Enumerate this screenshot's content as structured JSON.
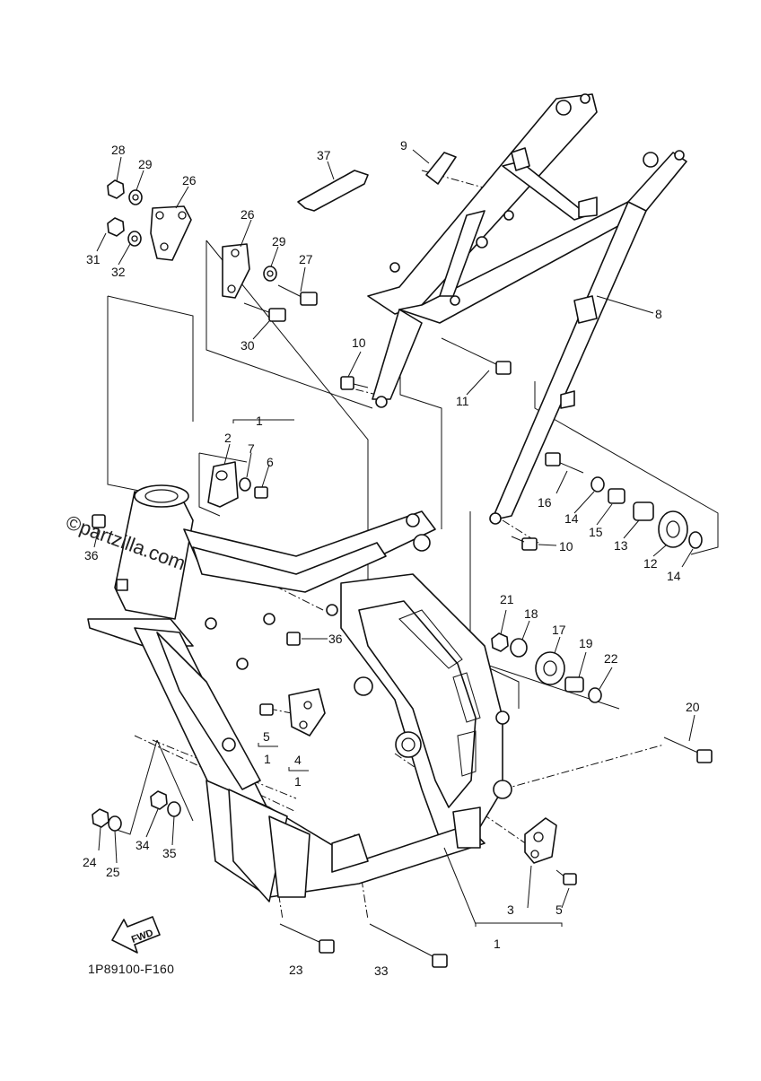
{
  "diagram": {
    "code": "1P89100-F160",
    "fwd_label": "FWD",
    "watermark": "©partzilla.com",
    "callouts": [
      {
        "id": "c28",
        "label": "28"
      },
      {
        "id": "c29a",
        "label": "29"
      },
      {
        "id": "c26a",
        "label": "26"
      },
      {
        "id": "c31",
        "label": "31"
      },
      {
        "id": "c32",
        "label": "32"
      },
      {
        "id": "c26b",
        "label": "26"
      },
      {
        "id": "c29b",
        "label": "29"
      },
      {
        "id": "c27",
        "label": "27"
      },
      {
        "id": "c30",
        "label": "30"
      },
      {
        "id": "c37",
        "label": "37"
      },
      {
        "id": "c9",
        "label": "9"
      },
      {
        "id": "c8",
        "label": "8"
      },
      {
        "id": "c10a",
        "label": "10"
      },
      {
        "id": "c11",
        "label": "11"
      },
      {
        "id": "c1a",
        "label": "1"
      },
      {
        "id": "c2",
        "label": "2"
      },
      {
        "id": "c7",
        "label": "7"
      },
      {
        "id": "c6",
        "label": "6"
      },
      {
        "id": "c36a",
        "label": "36"
      },
      {
        "id": "c16",
        "label": "16"
      },
      {
        "id": "c14a",
        "label": "14"
      },
      {
        "id": "c15",
        "label": "15"
      },
      {
        "id": "c13",
        "label": "13"
      },
      {
        "id": "c10b",
        "label": "10"
      },
      {
        "id": "c12",
        "label": "12"
      },
      {
        "id": "c14b",
        "label": "14"
      },
      {
        "id": "c36b",
        "label": "36"
      },
      {
        "id": "c21",
        "label": "21"
      },
      {
        "id": "c18",
        "label": "18"
      },
      {
        "id": "c17",
        "label": "17"
      },
      {
        "id": "c19",
        "label": "19"
      },
      {
        "id": "c22",
        "label": "22"
      },
      {
        "id": "c20",
        "label": "20"
      },
      {
        "id": "c5a",
        "label": "5"
      },
      {
        "id": "c1b",
        "label": "1"
      },
      {
        "id": "c4",
        "label": "4"
      },
      {
        "id": "c1c",
        "label": "1"
      },
      {
        "id": "c24",
        "label": "24"
      },
      {
        "id": "c25",
        "label": "25"
      },
      {
        "id": "c34",
        "label": "34"
      },
      {
        "id": "c35",
        "label": "35"
      },
      {
        "id": "c3",
        "label": "3"
      },
      {
        "id": "c5b",
        "label": "5"
      },
      {
        "id": "c1d",
        "label": "1"
      },
      {
        "id": "c23",
        "label": "23"
      },
      {
        "id": "c33",
        "label": "33"
      }
    ]
  }
}
